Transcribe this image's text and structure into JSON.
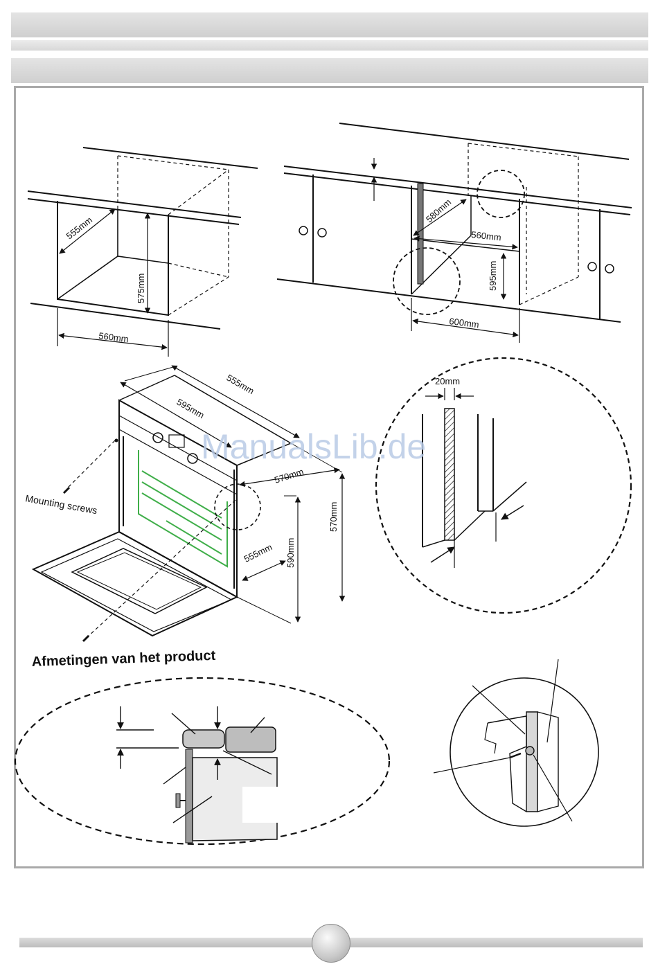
{
  "header": {
    "bands": 3
  },
  "dimensions": {
    "niche_depth": "555mm",
    "niche_height": "575mm",
    "niche_width": "560mm",
    "cabinet_depth": "580mm",
    "cabinet_inner_width": "560mm",
    "cabinet_height": "595mm",
    "cabinet_width": "600mm",
    "gap": "20mm",
    "oven_depth": "555mm",
    "oven_front_width": "595mm",
    "oven_body_width": "570mm",
    "oven_body_depth": "555mm",
    "oven_front_height": "590mm",
    "oven_body_height": "570mm"
  },
  "labels": {
    "mounting_screws": "Mounting screws",
    "caption": "Afmetingen van het product"
  },
  "watermark": "ManualsLib.de",
  "colors": {
    "band": "#d8d8d8",
    "frame": "#a9a9a9",
    "accent_green": "#3fae49",
    "watermark": "#b9cbe6"
  }
}
